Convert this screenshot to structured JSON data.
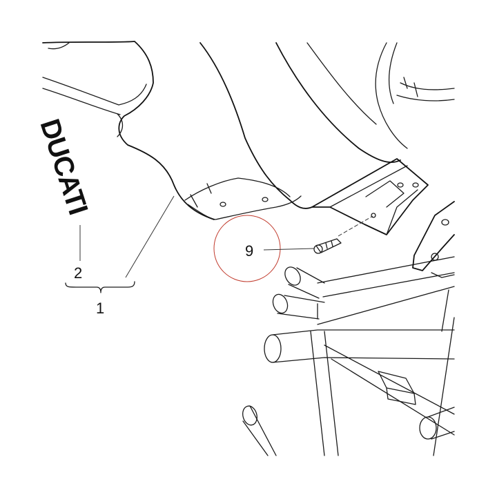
{
  "diagram": {
    "callouts": {
      "part_1": "1",
      "part_2": "2",
      "part_9": "9"
    },
    "logo_text": "DUCATI",
    "highlight_color": "#c0392b"
  }
}
